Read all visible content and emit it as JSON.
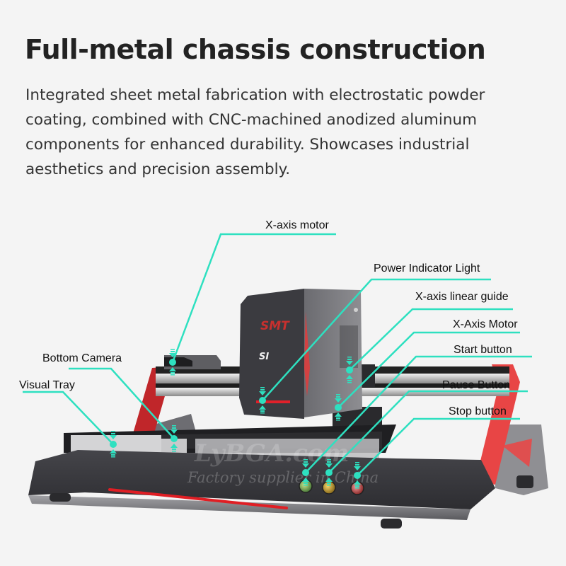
{
  "header": {
    "title": "Full-metal chassis construction",
    "description": "Integrated sheet metal fabrication with electrostatic powder coating, combined with CNC-machined anodized aluminum components for enhanced durability. Showcases industrial aesthetics and precision assembly."
  },
  "device": {
    "brand_mark": "SMT",
    "model_mark": "SI"
  },
  "callouts": [
    {
      "id": "x-axis-motor-left",
      "label": "X-axis motor"
    },
    {
      "id": "power-indicator-light",
      "label": "Power Indicator Light"
    },
    {
      "id": "x-axis-linear-guide",
      "label": "X-axis linear guide"
    },
    {
      "id": "x-axis-motor-right",
      "label": "X-Axis Motor"
    },
    {
      "id": "start-button",
      "label": "Start button"
    },
    {
      "id": "pause-button",
      "label": "Pause Button"
    },
    {
      "id": "stop-button",
      "label": "Stop button"
    },
    {
      "id": "bottom-camera",
      "label": "Bottom Camera"
    },
    {
      "id": "visual-tray",
      "label": "Visual Tray"
    }
  ],
  "watermark": {
    "line1": "LyBGA.com",
    "line2": "Factory supplier in China"
  },
  "colors": {
    "background": "#f4f4f4",
    "accent": "#2ee0c0",
    "brand_red": "#e23a3a",
    "chassis_dark": "#3a3a3e"
  }
}
